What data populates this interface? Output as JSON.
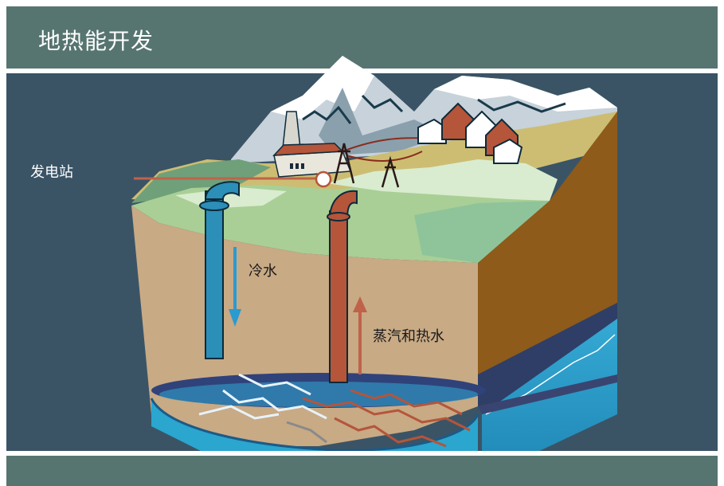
{
  "title": "地热能开发",
  "labels": {
    "power_station": "发电站",
    "cold_water": "冷水",
    "steam_hot_water": "蒸汽和热水"
  },
  "colors": {
    "title_bar": "#577570",
    "background": "#3a5466",
    "cold_pipe": "#2b8fb8",
    "hot_pipe": "#b5553a",
    "reservoir": "#2aa6cf"
  }
}
